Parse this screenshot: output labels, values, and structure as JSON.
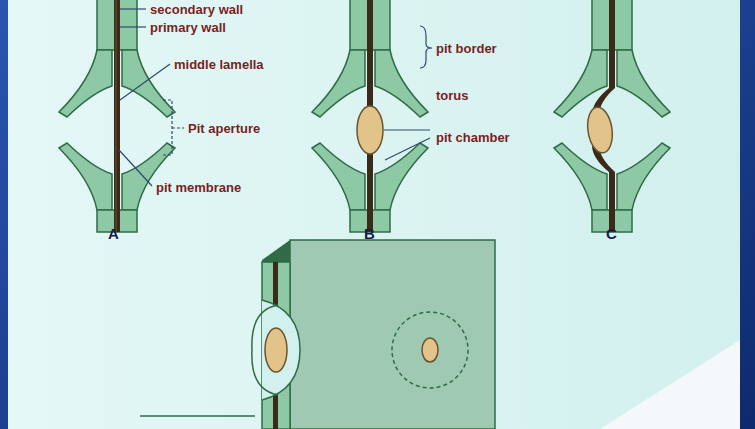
{
  "diagram": {
    "labels": [
      "secondary wall",
      "primary wall",
      "middle lamella",
      "Pit aperture",
      "pit membrane",
      "A",
      "pit border",
      "torus",
      "pit chamber",
      "B",
      "C"
    ]
  }
}
